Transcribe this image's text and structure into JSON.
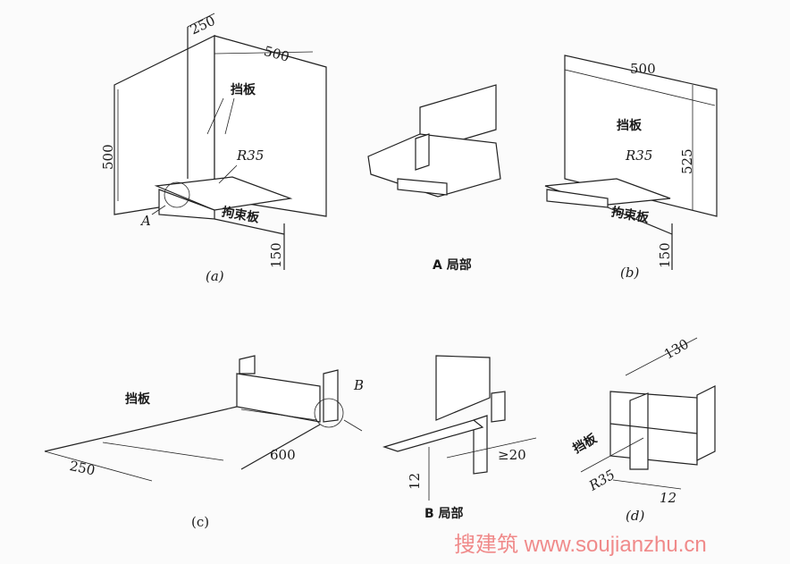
{
  "fig_a": {
    "dim_top": "250",
    "dim_width": "500",
    "dim_height": "500",
    "baffle": "挡板",
    "radius": "R35",
    "point": "A",
    "restraint": "拘束板",
    "dim_restraint": "150",
    "caption": "(a)"
  },
  "detail_a": {
    "caption": "A 局部"
  },
  "fig_b": {
    "dim_width": "500",
    "baffle": "挡板",
    "radius": "R35",
    "dim_height": "525",
    "restraint": "拘束板",
    "dim_restraint": "150",
    "caption": "(b)"
  },
  "fig_c": {
    "baffle": "挡板",
    "point": "B",
    "dim_a": "250",
    "dim_b": "600",
    "caption": "(c)"
  },
  "detail_b": {
    "dim_thickness": "12",
    "dim_min": "≥20",
    "caption": "B 局部"
  },
  "fig_d": {
    "dim_top": "130",
    "baffle": "挡板",
    "radius": "R35",
    "dim_thickness": "12",
    "caption": "(d)"
  },
  "watermark": "搜建筑 www.soujianzhu.cn"
}
